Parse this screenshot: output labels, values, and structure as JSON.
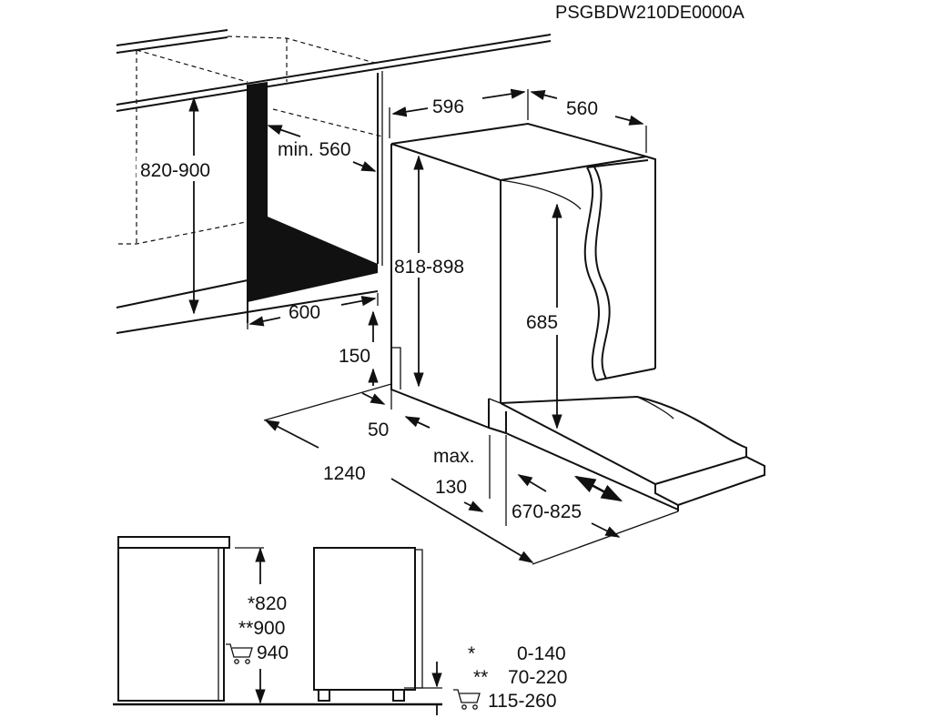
{
  "code": "PSGBDW210DE0000A",
  "dims": {
    "d596": "596",
    "d560": "560",
    "min560": "min. 560",
    "d820_900": "820-900",
    "d818_898": "818-898",
    "d600": "600",
    "d685": "685",
    "d150": "150",
    "d50": "50",
    "max": "max.",
    "d130": "130",
    "d1240": "1240",
    "d670_825": "670-825"
  },
  "side": {
    "h1": "*820",
    "h2": "**900",
    "h3": "940",
    "r1_mark": "*",
    "r1_val": "0-140",
    "r2_mark": "**",
    "r2_val": "70-220",
    "r3_val": "115-260"
  },
  "icons": {
    "trolley": "shopping-trolley-icon"
  }
}
